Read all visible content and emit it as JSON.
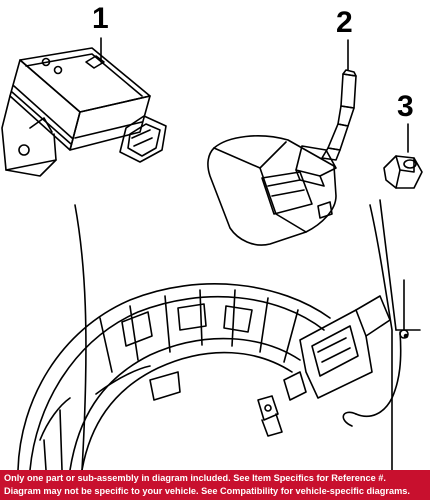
{
  "callouts": {
    "part1": "1",
    "part2": "2",
    "part3": "3"
  },
  "disclaimer": {
    "line1": "Only one part or sub-assembly in diagram included. See Item Specifics for Reference #.",
    "line2": "Diagram may not be specific to your vehicle. See Compatibility for vehicle-specific diagrams."
  },
  "colors": {
    "banner_background": "#c8102e",
    "banner_text": "#ffffff",
    "line_art": "#000000"
  }
}
